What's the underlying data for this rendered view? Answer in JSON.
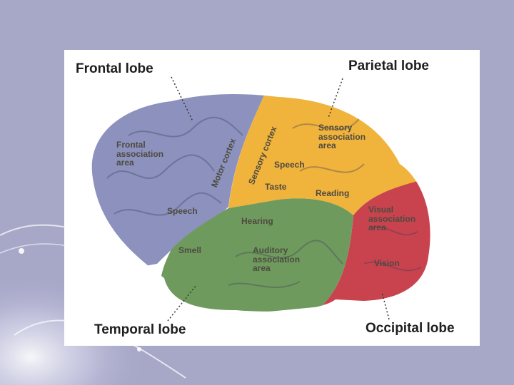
{
  "diagram": {
    "lobes": {
      "frontal": "Frontal lobe",
      "parietal": "Parietal lobe",
      "temporal": "Temporal lobe",
      "occipital": "Occipital lobe"
    },
    "areas": {
      "frontal_association": [
        "Frontal",
        "association",
        "area"
      ],
      "motor_cortex": "Motor cortex",
      "sensory_cortex": "Sensory cortex",
      "sensory_association": [
        "Sensory",
        "association",
        "area"
      ],
      "speech_upper": "Speech",
      "taste": "Taste",
      "reading": "Reading",
      "speech_lower": "Speech",
      "hearing": "Hearing",
      "smell": "Smell",
      "auditory_association": [
        "Auditory",
        "association",
        "area"
      ],
      "visual_association": [
        "Visual",
        "association",
        "area"
      ],
      "vision": "Vision"
    },
    "colors": {
      "frontal": "#8c92bd",
      "parietal": "#f0b33c",
      "temporal": "#6f9a5e",
      "occipital": "#c9434f",
      "slide_background": "#a7a7c8"
    }
  }
}
